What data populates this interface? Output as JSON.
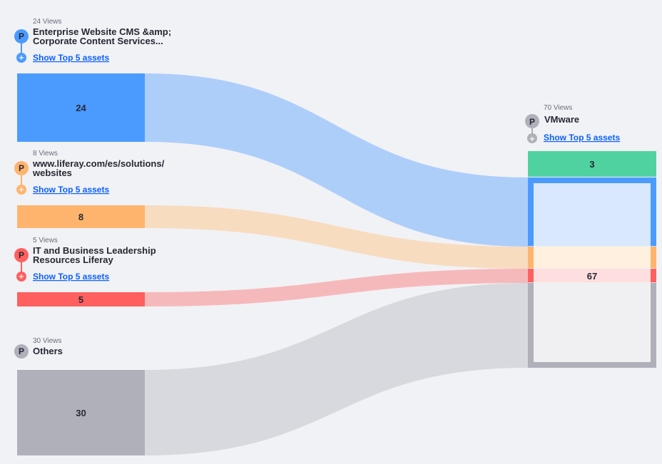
{
  "chart_data": {
    "type": "sankey",
    "sources": [
      {
        "id": "enterprise",
        "views_label": "24 Views",
        "title_lines": [
          "Enterprise Website CMS &amp;",
          "Corporate Content Services..."
        ],
        "value": 24,
        "value_label": "24",
        "badge": "P",
        "show_top": "Show Top 5 assets",
        "color": "#4b9bff",
        "flow_color": "#aecefa"
      },
      {
        "id": "liferay-es",
        "views_label": "8 Views",
        "title_lines": [
          "www.liferay.com/es/solutions/",
          "websites"
        ],
        "value": 8,
        "value_label": "8",
        "badge": "P",
        "show_top": "Show Top 5 assets",
        "color": "#ffb46e",
        "flow_color": "#f7dcc0"
      },
      {
        "id": "it-business",
        "views_label": "5 Views",
        "title_lines": [
          "IT and Business Leadership",
          "Resources Liferay"
        ],
        "value": 5,
        "value_label": "5",
        "badge": "P",
        "show_top": "Show Top 5 assets",
        "color": "#ff5f5f",
        "flow_color": "#f6b9bb"
      },
      {
        "id": "others",
        "views_label": "30 Views",
        "title_lines": [
          "Others"
        ],
        "value": 30,
        "value_label": "30",
        "badge": "P",
        "show_top": "",
        "color": "#afb0ba",
        "flow_color": "#d8d9de"
      }
    ],
    "target": {
      "views_label": "70 Views",
      "title": "VMware",
      "badge": "P",
      "show_top": "Show Top 5 assets",
      "direct": {
        "value": 3,
        "value_label": "3",
        "color": "#50d2a0"
      },
      "from_sources": {
        "value": 67,
        "value_label": "67"
      },
      "segment_fills": [
        "#d9e8fd",
        "#fff0e0",
        "#ffdedf",
        "#f0f0f2"
      ]
    }
  }
}
